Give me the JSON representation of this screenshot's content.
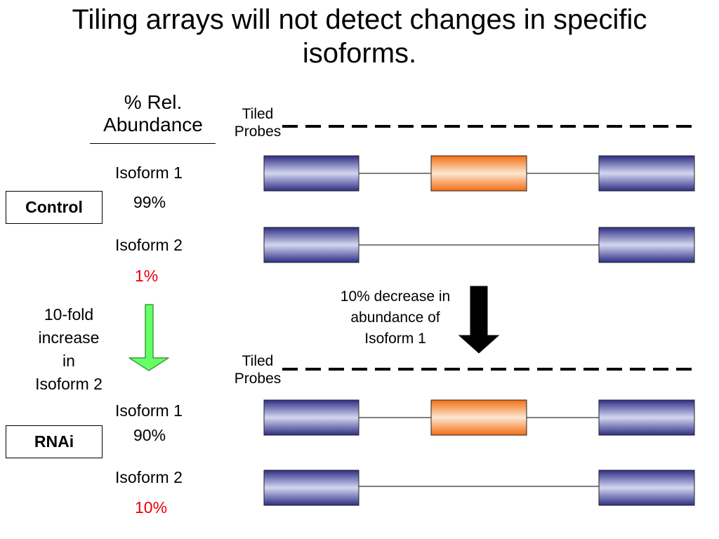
{
  "title": "Tiling arrays will not detect changes in specific isoforms.",
  "header": {
    "line1": "% Rel.",
    "line2": "Abundance"
  },
  "tiled_probes": {
    "line1": "Tiled",
    "line2": "Probes"
  },
  "control": {
    "label": "Control",
    "isoform1": {
      "name": "Isoform 1",
      "pct": "99%"
    },
    "isoform2": {
      "name": "Isoform 2",
      "pct": "1%"
    }
  },
  "rnai": {
    "label": "RNAi",
    "isoform1": {
      "name": "Isoform 1",
      "pct": "90%"
    },
    "isoform2": {
      "name": "Isoform 2",
      "pct": "10%"
    }
  },
  "side_note": {
    "line1": "10-fold",
    "line2": "increase",
    "line3": "in",
    "line4": "Isoform 2"
  },
  "decrease_note": {
    "line1": "10% decrease in",
    "line2": "abundance of",
    "line3": "Isoform 1"
  },
  "colors": {
    "constitutive_exon": "#3a3a96",
    "alternative_exon": "#f47b20",
    "green_arrow": "#66ff66",
    "red_text": "#e8000b"
  }
}
